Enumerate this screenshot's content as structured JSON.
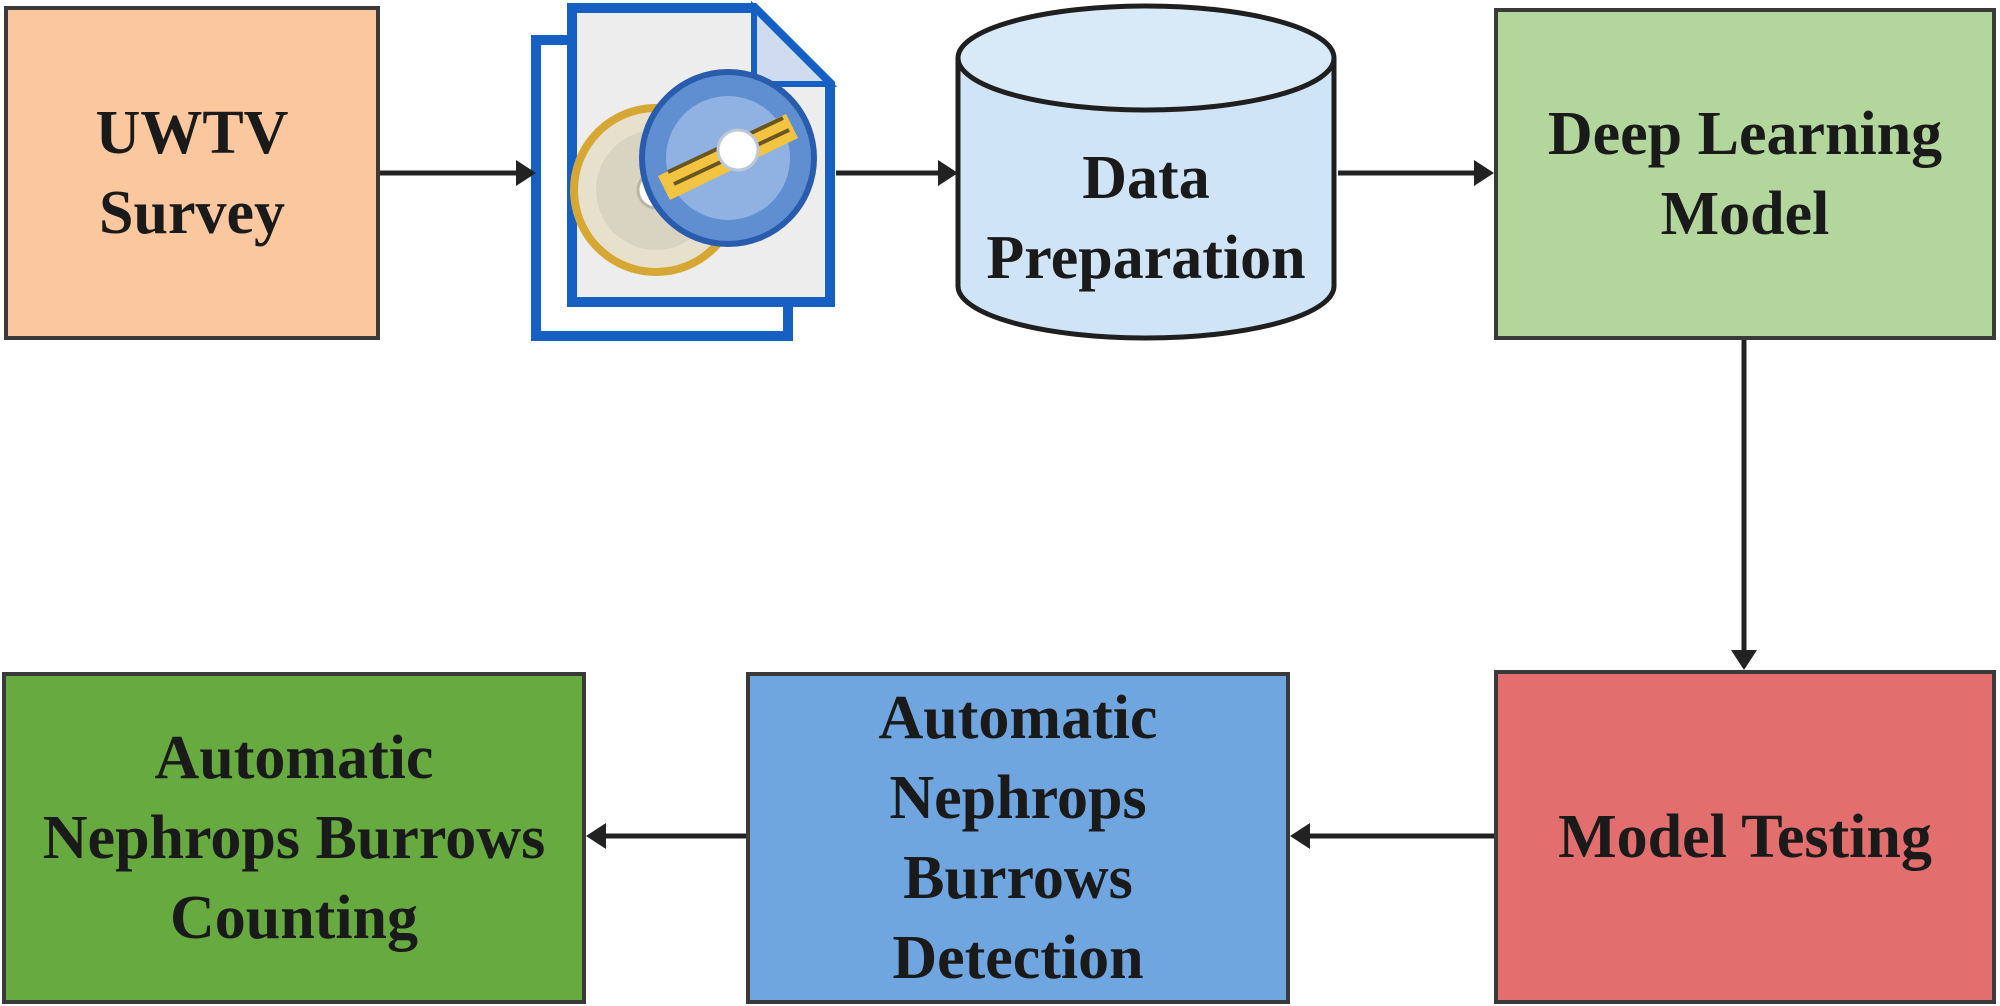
{
  "diagram": {
    "nodes": {
      "uwtv_survey": {
        "label": "UWTV\nSurvey",
        "fill": "#fac79e"
      },
      "data_preparation": {
        "label": "Data\nPreparation",
        "fill": "#cfe4f6"
      },
      "deep_learning_model": {
        "label": "Deep Learning\nModel",
        "fill": "#b3d69c"
      },
      "model_testing": {
        "label": "Model Testing",
        "fill": "#e26e6e"
      },
      "burrows_detection": {
        "label": "Automatic\nNephrops\nBurrows\nDetection",
        "fill": "#6fa6df"
      },
      "burrows_counting": {
        "label": "Automatic\nNephrops Burrows\nCounting",
        "fill": "#66aa40"
      }
    },
    "icons": {
      "video_files": "video-files-icon"
    },
    "edges": [
      {
        "from": "uwtv_survey",
        "to": "video_files"
      },
      {
        "from": "video_files",
        "to": "data_preparation"
      },
      {
        "from": "data_preparation",
        "to": "deep_learning_model"
      },
      {
        "from": "deep_learning_model",
        "to": "model_testing"
      },
      {
        "from": "model_testing",
        "to": "burrows_detection"
      },
      {
        "from": "burrows_detection",
        "to": "burrows_counting"
      }
    ],
    "colors": {
      "border": "#3a3a3a",
      "arrow": "#222222",
      "file_blue": "#1560c2",
      "disc_gold": "#e3b23c"
    }
  }
}
